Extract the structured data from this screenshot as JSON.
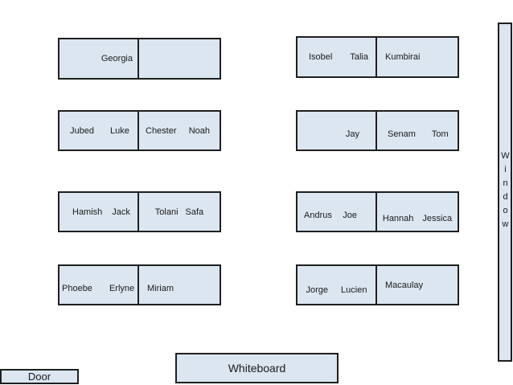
{
  "colors": {
    "desk_fill": "#dce6f1",
    "desk_border": "#1f1f1f",
    "background": "#ffffff"
  },
  "seating": {
    "left_column": [
      {
        "left": [
          "Georgia"
        ],
        "right": []
      },
      {
        "left": [
          "Jubed",
          "Luke"
        ],
        "right": [
          "Chester",
          "Noah"
        ]
      },
      {
        "left": [
          "Hamish",
          "Jack"
        ],
        "right": [
          "Tolani",
          "Safa"
        ]
      },
      {
        "left": [
          "Phoebe",
          "Erlyne"
        ],
        "right": [
          "Miriam"
        ]
      }
    ],
    "right_column": [
      {
        "left": [
          "Isobel",
          "Talia"
        ],
        "right": [
          "Kumbirai"
        ]
      },
      {
        "left": [
          "Jay"
        ],
        "right": [
          "Senam",
          "Tom"
        ]
      },
      {
        "left": [
          "Andrus",
          "Joe"
        ],
        "right": [
          "Hannah",
          "Jessica"
        ]
      },
      {
        "left": [
          "Jorge",
          "Lucien"
        ],
        "right": [
          "Macaulay"
        ]
      }
    ]
  },
  "fixtures": {
    "window": "Window",
    "whiteboard": "Whiteboard",
    "door": "Door"
  }
}
